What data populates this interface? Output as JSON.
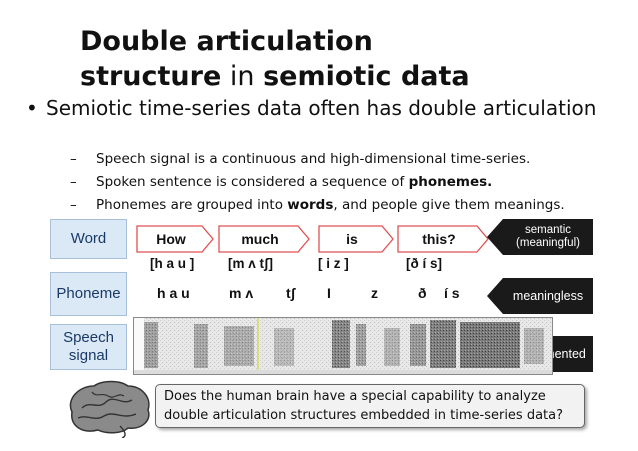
{
  "title": {
    "line1": "Double articulation",
    "line2_bold_a": "structure",
    "line2_normal": " in ",
    "line2_bold_b": "semiotic data"
  },
  "bullet": {
    "text": "Semiotic time-series data often has double articulation"
  },
  "subbullets": [
    {
      "pre": "Speech signal is a continuous and high-dimensional time-series.",
      "bold": "",
      "post": ""
    },
    {
      "pre": "Spoken sentence is considered a sequence of ",
      "bold": "phonemes.",
      "post": ""
    },
    {
      "pre": "Phonemes are grouped into ",
      "bold": "words",
      "post": ", and people give them meanings."
    }
  ],
  "row_labels": {
    "word": "Word",
    "phoneme": "Phoneme",
    "speech": "Speech signal"
  },
  "words": [
    "How",
    "much",
    "is",
    "this?"
  ],
  "word_transcriptions": [
    "[h a u ]",
    "[m ʌ tʃ]",
    "[ i z ]",
    "[ð í s]"
  ],
  "phonemes": [
    "h a u",
    "m ʌ",
    "tʃ",
    "I",
    "z",
    "ð",
    "í s"
  ],
  "tags": {
    "semantic": "semantic (meaningful)",
    "meaningless": "meaningless",
    "unsegmented": "unsegmented"
  },
  "question": "Does the human brain have a special capability to analyze double articulation structures embedded in time-series data?",
  "colors": {
    "row_label_bg": "#dbe8f6",
    "row_label_text": "#1a3a66",
    "word_arrow_border": "#e05050",
    "tag_bg": "#1a1a1a"
  },
  "icons": {
    "brain": "brain-image",
    "spectrogram": "spectrogram-image"
  }
}
